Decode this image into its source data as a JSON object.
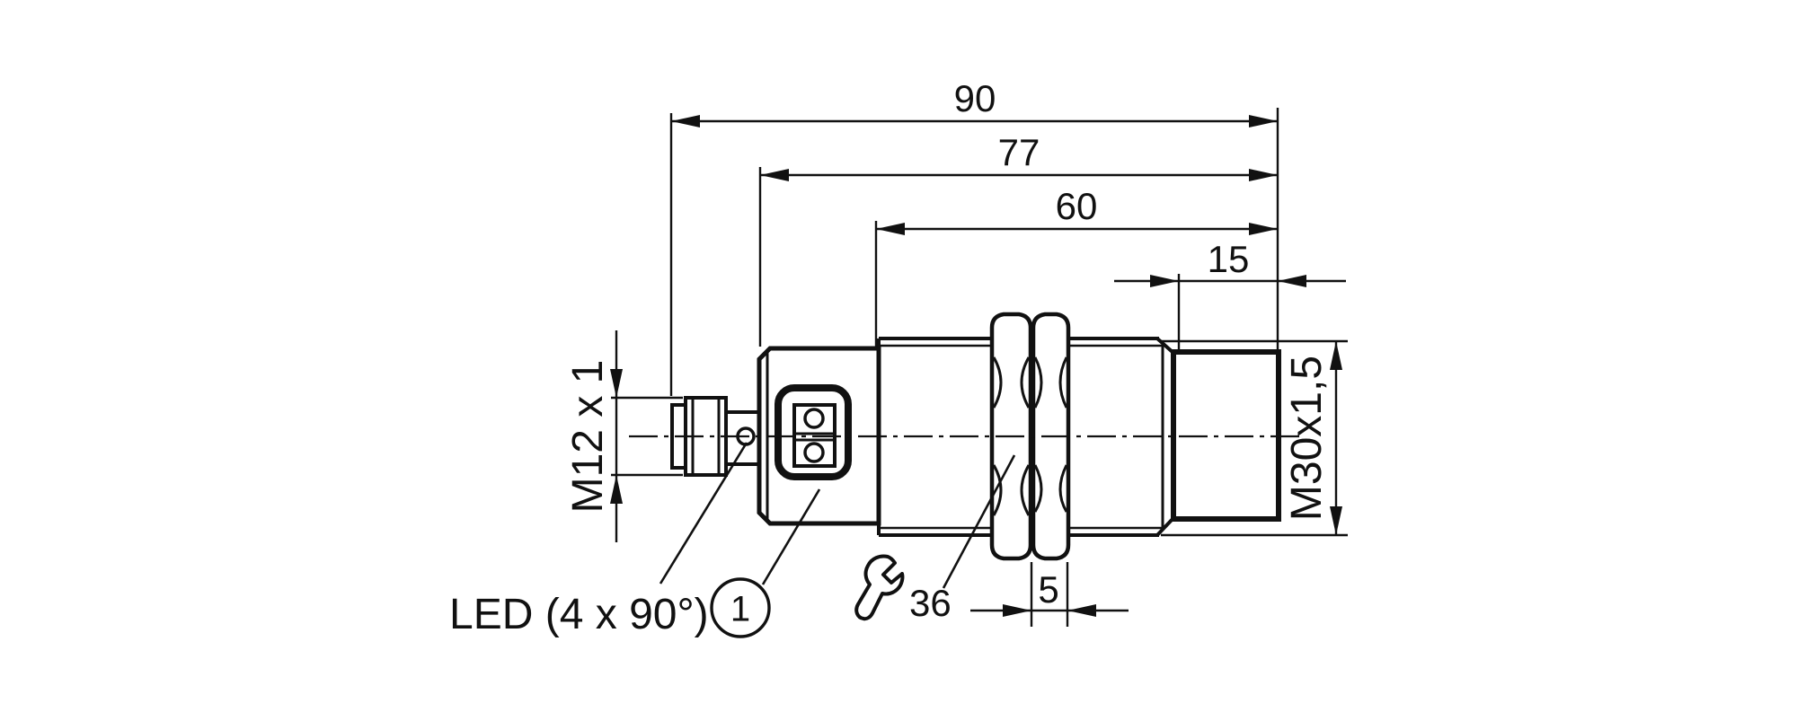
{
  "diagram": {
    "dimensions": {
      "total_length": "90",
      "body_length": "77",
      "thread_length": "60",
      "front_cap_length": "15",
      "locknut_width": "5",
      "wrench_size": "36",
      "connector_thread": "M12 x 1",
      "housing_thread": "M30x1,5"
    },
    "labels": {
      "led": "LED (4 x 90°)",
      "callout_1": "1"
    },
    "colors": {
      "line": "#111111",
      "background": "#ffffff"
    }
  }
}
